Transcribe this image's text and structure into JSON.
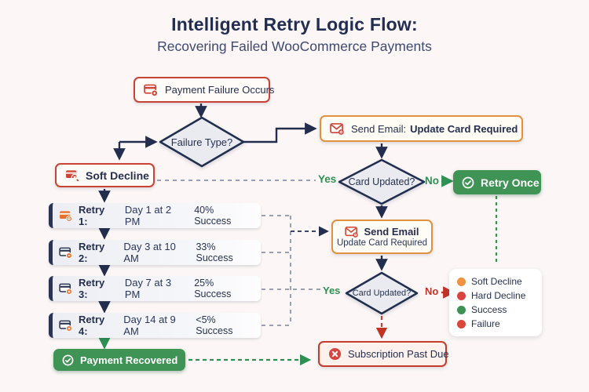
{
  "header": {
    "title": "Intelligent Retry Logic Flow:",
    "subtitle": "Recovering Failed WooCommerce Payments"
  },
  "nodes": {
    "payment_failure": {
      "label": "Payment Failure Occurs"
    },
    "failure_type": {
      "label": "Failure Type?"
    },
    "send_email_top": {
      "prefix": "Send Email:",
      "emphasis": "Update Card Required"
    },
    "soft_decline": {
      "label": "Soft Decline"
    },
    "card_updated_1": {
      "label": "Card Updated?"
    },
    "retry_once": {
      "label": "Retry Once"
    },
    "send_email_mid": {
      "line1": "Send Email",
      "line2": "Update Card Required"
    },
    "card_updated_2": {
      "label": "Card Updated?"
    },
    "subscription_past_due": {
      "label": "Subscription Past Due"
    },
    "payment_recovered": {
      "label": "Payment Recovered"
    }
  },
  "retries": [
    {
      "label": "Retry 1:",
      "detail": "Day 1 at 2 PM",
      "success": "40% Success"
    },
    {
      "label": "Retry 2:",
      "detail": "Day 3 at 10 AM",
      "success": "33% Success"
    },
    {
      "label": "Retry 3:",
      "detail": "Day 7 at 3 PM",
      "success": "25% Success"
    },
    {
      "label": "Retry 4:",
      "detail": "Day 14 at 9 AM",
      "success": "<5% Success"
    }
  ],
  "edge_labels": {
    "yes_card_updated_1": "Yes",
    "no_card_updated_1": "No",
    "yes_card_updated_2": "Yes",
    "no_card_updated_2": "No"
  },
  "legend": {
    "items": [
      {
        "label": "Soft Decline",
        "color": "#F0923F"
      },
      {
        "label": "Hard Decline",
        "color": "#D8453E"
      },
      {
        "label": "Success",
        "color": "#3E9254"
      },
      {
        "label": "Failure",
        "color": "#D9473A"
      }
    ]
  },
  "colors": {
    "navy": "#232E4E",
    "red": "#C94335",
    "orange": "#E2913E",
    "green": "#3F9355",
    "gray_dash": "#98A0B3",
    "background": "#FCF7F6",
    "diamond_fill": "#E9EBF1"
  }
}
